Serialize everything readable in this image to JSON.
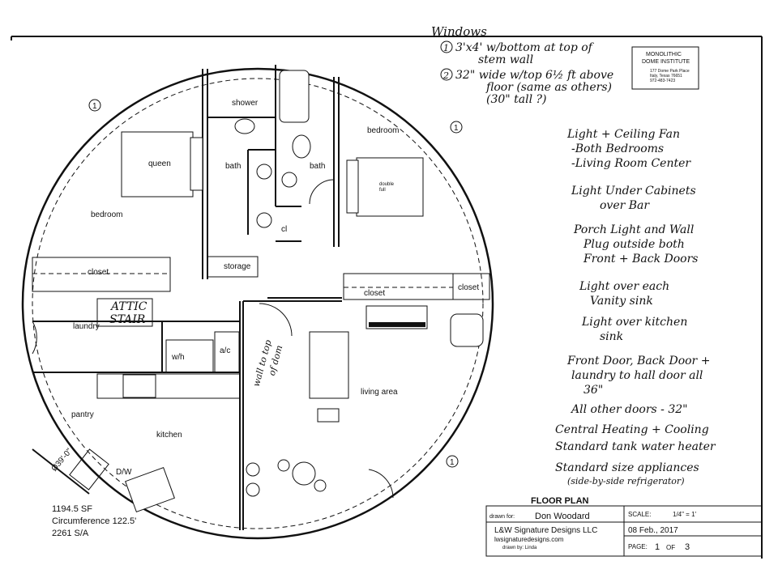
{
  "institute": {
    "name_line1": "MONOLITHIC",
    "name_line2": "DOME INSTITUTE",
    "address_line1": "177 Dome Park Place",
    "address_line2": "Italy, Texas 76651",
    "phone": "972-483-7423"
  },
  "rooms": {
    "queen": "queen",
    "bedroom_left": "bedroom",
    "bath_left": "bath",
    "shower": "shower",
    "bath_right": "bath",
    "bedroom_right": "bedroom",
    "double": "double",
    "full": "full",
    "closet_left": "closet",
    "storage": "storage",
    "cl": "cl",
    "closet_mid": "closet",
    "closet_right": "closet",
    "attic_line1": "ATTIC",
    "attic_line2": "STAIR",
    "laundry": "laundry",
    "wh": "w/h",
    "ac": "a/c",
    "living_area": "living area",
    "pantry": "pantry",
    "kitchen": "kitchen",
    "dw": "D/W"
  },
  "wall_note_line1": "wall to top",
  "wall_note_line2": "of dom",
  "dimension": "Ø39'-0\"",
  "stats": [
    "1194.5 SF",
    "Circumference 122.5'",
    "2261 S/A"
  ],
  "window_marker": "1",
  "notes": {
    "windows": {
      "title": "Windows",
      "items": [
        {
          "num": "1",
          "lines": [
            "3'x4' w/bottom at top of",
            "stem wall"
          ]
        },
        {
          "num": "2",
          "lines": [
            "32\" wide w/top 6½ ft above",
            "floor (same as others)",
            "(30\" tall ?)"
          ]
        }
      ]
    },
    "list": [
      [
        "Light + Ceiling Fan",
        "-Both Bedrooms",
        "-Living Room Center"
      ],
      [
        "Light Under Cabinets",
        "over Bar"
      ],
      [
        "Porch Light and Wall",
        "Plug outside both",
        "Front + Back Doors"
      ],
      [
        "Light over each",
        "Vanity sink"
      ],
      [
        "Light over kitchen",
        "sink"
      ],
      [
        "Front Door, Back Door +",
        "laundry to hall door all",
        "36\""
      ],
      [
        "All other doors - 32\""
      ],
      [
        "Central Heating + Cooling"
      ],
      [
        "Standard tank water heater"
      ],
      [
        "Standard size appliances",
        "(side-by-side refrigerator)"
      ]
    ]
  },
  "title_block": {
    "header": "FLOOR PLAN",
    "drawn_for_label": "drawn for:",
    "drawn_for_value": "Don Woodard",
    "scale_label": "SCALE:",
    "scale_value": "1/4\" = 1'",
    "company": "L&W Signature Designs LLC",
    "website": "lwsignaturedesigns.com",
    "drawn_by": "drawn by: Linda",
    "date": "08 Feb., 2017",
    "page_label": "PAGE:",
    "page_value": "1",
    "page_of": "OF",
    "page_total": "3"
  }
}
